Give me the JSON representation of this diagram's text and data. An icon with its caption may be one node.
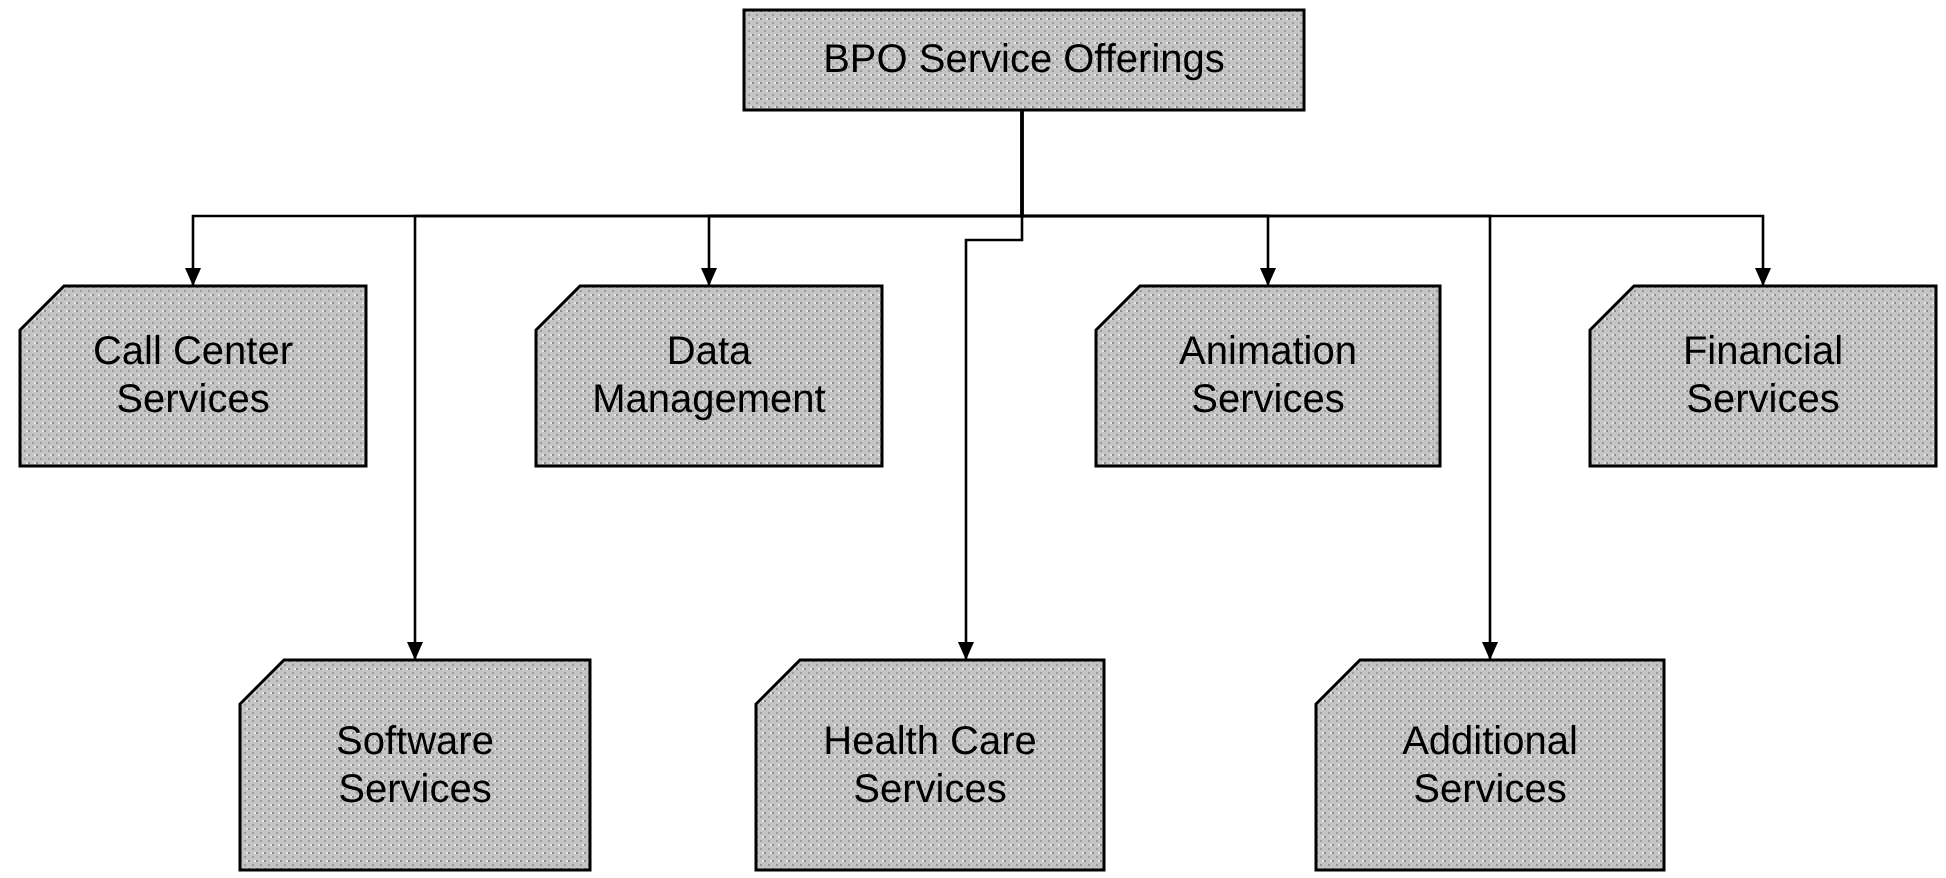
{
  "diagram": {
    "nodes": [
      {
        "text": [
          "BPO Service Offerings"
        ]
      },
      {
        "text": [
          "Call Center Services"
        ]
      },
      {
        "text": [
          "Data Management"
        ]
      },
      {
        "text": [
          "Animation Services"
        ]
      },
      {
        "text": [
          "Financial Services"
        ]
      },
      {
        "text": [
          "Software Services"
        ]
      },
      {
        "text": [
          "Health Care Services"
        ]
      },
      {
        "text": [
          "Additional Services"
        ]
      }
    ],
    "edges": [
      {
        "from": 0,
        "to": 1,
        "arrow": "to"
      },
      {
        "from": 0,
        "to": 5,
        "arrow": "to"
      },
      {
        "from": 0,
        "to": 2,
        "arrow": "to"
      },
      {
        "from": 0,
        "to": 6,
        "arrow": "to"
      },
      {
        "from": 0,
        "to": 3,
        "arrow": "to"
      },
      {
        "from": 0,
        "to": 7,
        "arrow": "to"
      },
      {
        "from": 0,
        "to": 4,
        "arrow": "to"
      }
    ]
  }
}
